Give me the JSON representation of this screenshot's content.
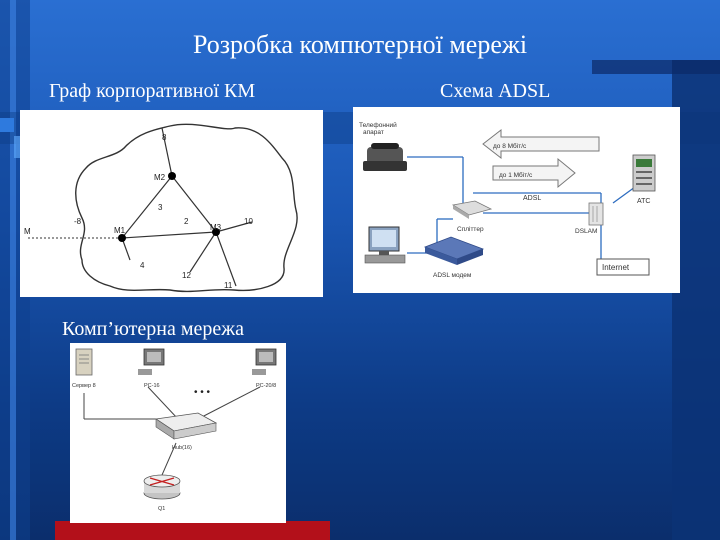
{
  "slide": {
    "title": "Розробка компютерної мережі"
  },
  "graph_section": {
    "heading": "Граф корпоративної КМ",
    "nodes": {
      "m": "M",
      "m1": "M1",
      "m2": "M2",
      "m3": "M3"
    },
    "edge_labels": {
      "l8a": "8",
      "l8b": "-8",
      "l3": "3",
      "l2": "2",
      "l10": "10",
      "l4": "4",
      "l12": "12",
      "l11": "11"
    }
  },
  "adsl_section": {
    "heading": "Схема ADSL",
    "phone_label_1": "Телефонний",
    "phone_label_2": "апарат",
    "arrow_up_label": "до 8 Мбіт/с",
    "arrow_down_label": "до 1 Мбіт/с",
    "adsl_label": "ADSL",
    "splitter_label": "Спліттер",
    "modem_label": "ADSL модем",
    "dslam_label": "DSLAM",
    "atc_label": "АТС",
    "internet_label": "Internet"
  },
  "network_section": {
    "heading": "Комп’ютерна мережа",
    "server_label": "Сервер 8",
    "pc1_label": "PC-16",
    "pc2_label": "PC-20/8",
    "dots": "• • •",
    "switch_label": "Hub(16)",
    "router_label": "Q1"
  }
}
